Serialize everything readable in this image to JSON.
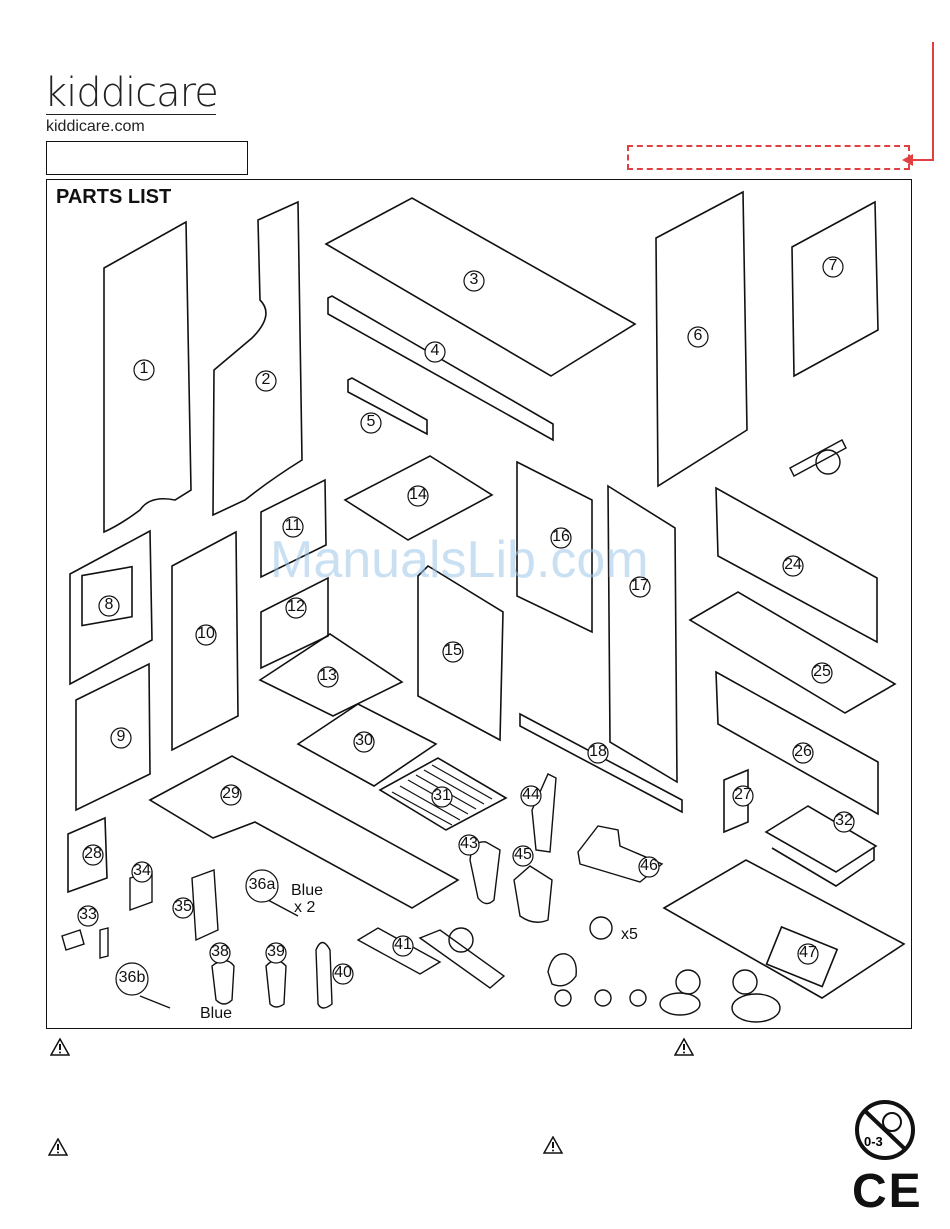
{
  "brand": {
    "logo": "kiddicare",
    "url": "kiddicare.com"
  },
  "parts_list": {
    "title": "PARTS LIST",
    "notes": {
      "blue_x2": "Blue",
      "x2": "x 2",
      "x5": "x5",
      "blue_38": "Blue"
    },
    "parts": [
      "1",
      "2",
      "3",
      "4",
      "5",
      "6",
      "7",
      "8",
      "9",
      "10",
      "11",
      "12",
      "13",
      "14",
      "15",
      "16",
      "17",
      "18",
      "24",
      "25",
      "26",
      "27",
      "28",
      "29",
      "30",
      "31",
      "32",
      "33",
      "34",
      "35",
      "36a",
      "36b",
      "38",
      "39",
      "40",
      "41",
      "43",
      "44",
      "45",
      "46",
      "47"
    ]
  },
  "watermark": "ManualsLib.com",
  "badges": {
    "age": "0-3",
    "ce": "CE"
  },
  "colors": {
    "dashed_border": "#e04040",
    "watermark": "#9ec5e8"
  }
}
